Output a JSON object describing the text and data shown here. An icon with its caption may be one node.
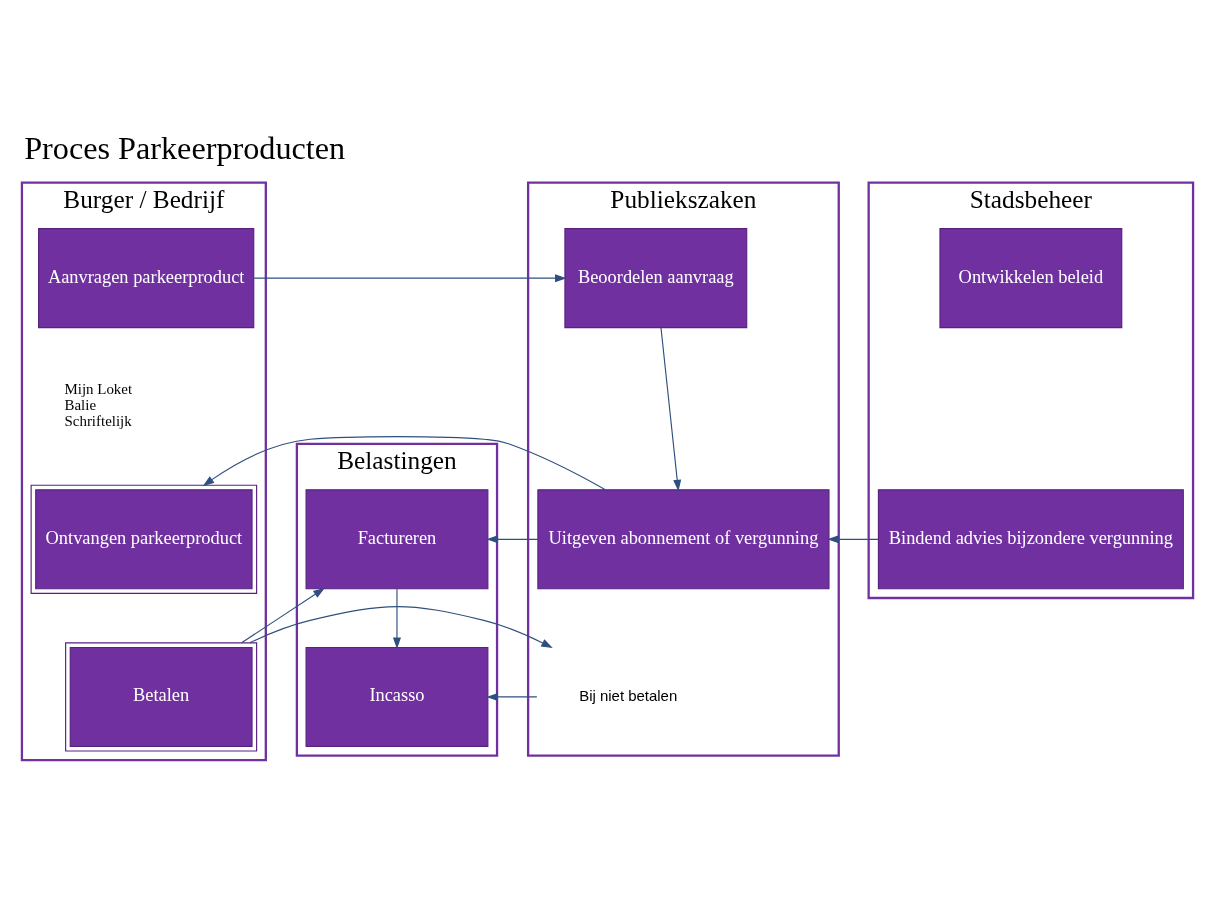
{
  "diagram": {
    "title": "Proces Parkeerproducten",
    "nodes": [
      {
        "text": [
          "Burger / Bedrijf"
        ]
      },
      {
        "text": [
          "Publiekszaken"
        ]
      },
      {
        "text": [
          "Belastingen"
        ]
      },
      {
        "text": [
          "Stadsbeheer"
        ]
      },
      {
        "text": [
          "Aanvragen parkeerproduct"
        ],
        "in": 0,
        "beside": [
          "Mijn Loket",
          "Balie",
          "Schriftelijk"
        ]
      },
      {
        "text": [
          "Beoordelen aanvraag"
        ],
        "in": 1
      },
      {
        "text": [
          "Ontwikkelen beleid"
        ],
        "in": 3
      },
      {
        "text": [
          "Ontvangen parkeerproduct"
        ],
        "in": 0
      },
      {
        "text": [
          "Uitgeven abonnement of vergunning"
        ],
        "in": 1
      },
      {
        "text": [
          "Factureren"
        ],
        "in": 2
      },
      {
        "text": [
          "Bindend advies bijzondere vergunning"
        ],
        "in": 3
      },
      {
        "text": [
          "Betalen"
        ],
        "in": 0
      },
      {
        "text": [
          "Bij niet betalen"
        ],
        "in": 1
      },
      {
        "text": [
          "Incasso"
        ],
        "in": 2
      }
    ],
    "edges": [
      {
        "from": 4,
        "to": 5,
        "arrow": "to"
      },
      {
        "from": 5,
        "to": 8,
        "arrow": "to"
      },
      {
        "from": 10,
        "to": 8,
        "arrow": "to"
      },
      {
        "from": 8,
        "to": 7,
        "arrow": "to"
      },
      {
        "from": 8,
        "to": 9,
        "arrow": "to"
      },
      {
        "from": 11,
        "to": 9,
        "arrow": "to"
      },
      {
        "from": 9,
        "to": 13,
        "arrow": "to"
      },
      {
        "from": 11,
        "to": 12,
        "arrow": "to"
      },
      {
        "from": 12,
        "to": 13,
        "arrow": "to"
      }
    ]
  }
}
